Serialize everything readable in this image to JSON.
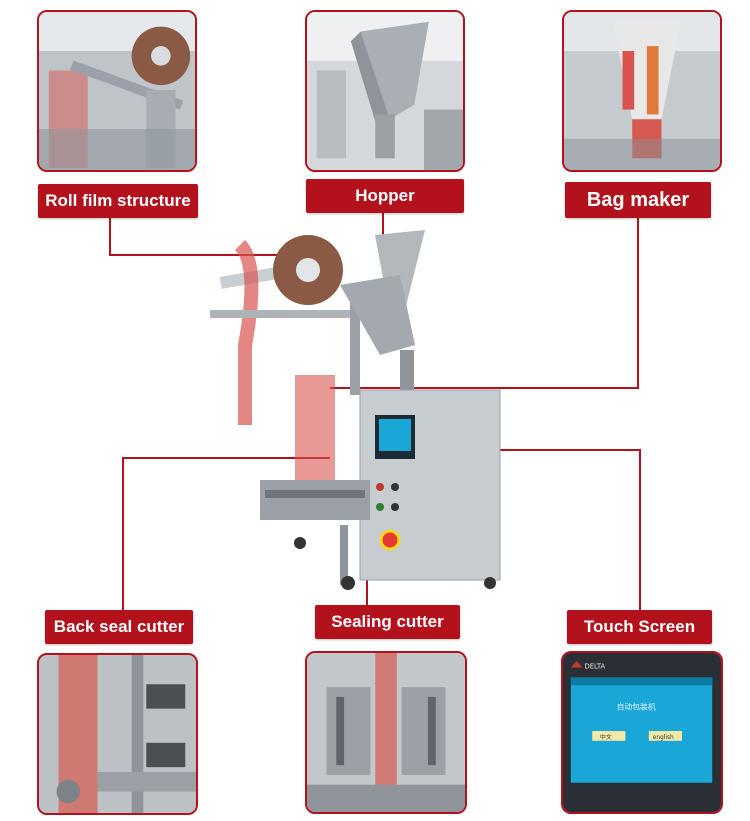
{
  "labels": {
    "roll_film": "Roll film structure",
    "hopper": "Hopper",
    "bag_maker": "Bag maker",
    "back_seal": "Back seal cutter",
    "sealing": "Sealing cutter",
    "touch_screen": "Touch Screen"
  },
  "colors": {
    "accent": "#b3121d",
    "label_text": "#ffffff",
    "steel": "#b7bcc1",
    "screen_blue": "#1aa6d6"
  },
  "touch_screen_display": {
    "brand": "DELTA",
    "title": "自动包装机",
    "button_left": "中文",
    "button_right": "english"
  }
}
